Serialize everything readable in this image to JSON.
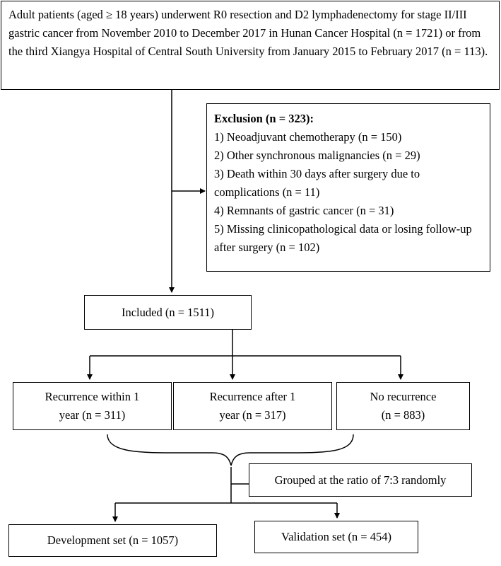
{
  "top": {
    "text": "Adult patients (aged ≥ 18 years) underwent R0 resection and D2 lymphadenectomy for stage II/III gastric cancer from November 2010 to December 2017 in Hunan Cancer Hospital (n = 1721) or from the third Xiangya Hospital of Central South University from January 2015 to February 2017 (n = 113)."
  },
  "exclusion": {
    "title": "Exclusion (n = 323):",
    "items": [
      "1) Neoadjuvant chemotherapy (n = 150)",
      "2) Other synchronous malignancies (n = 29)",
      "3) Death within 30 days after surgery due to complications (n = 11)",
      "4) Remnants of gastric cancer (n = 31)",
      "5) Missing clinicopathological data or losing follow-up after surgery (n = 102)"
    ]
  },
  "included": "Included (n = 1511)",
  "groups": [
    {
      "line1": "Recurrence within 1",
      "line2": "year (n = 311)"
    },
    {
      "line1": "Recurrence after 1",
      "line2": "year (n = 317)"
    },
    {
      "line1": "No recurrence",
      "line2": "(n = 883)"
    }
  ],
  "grouped": "Grouped at the ratio of 7:3 randomly",
  "development": "Development set (n = 1057)",
  "validation": "Validation set (n = 454)"
}
